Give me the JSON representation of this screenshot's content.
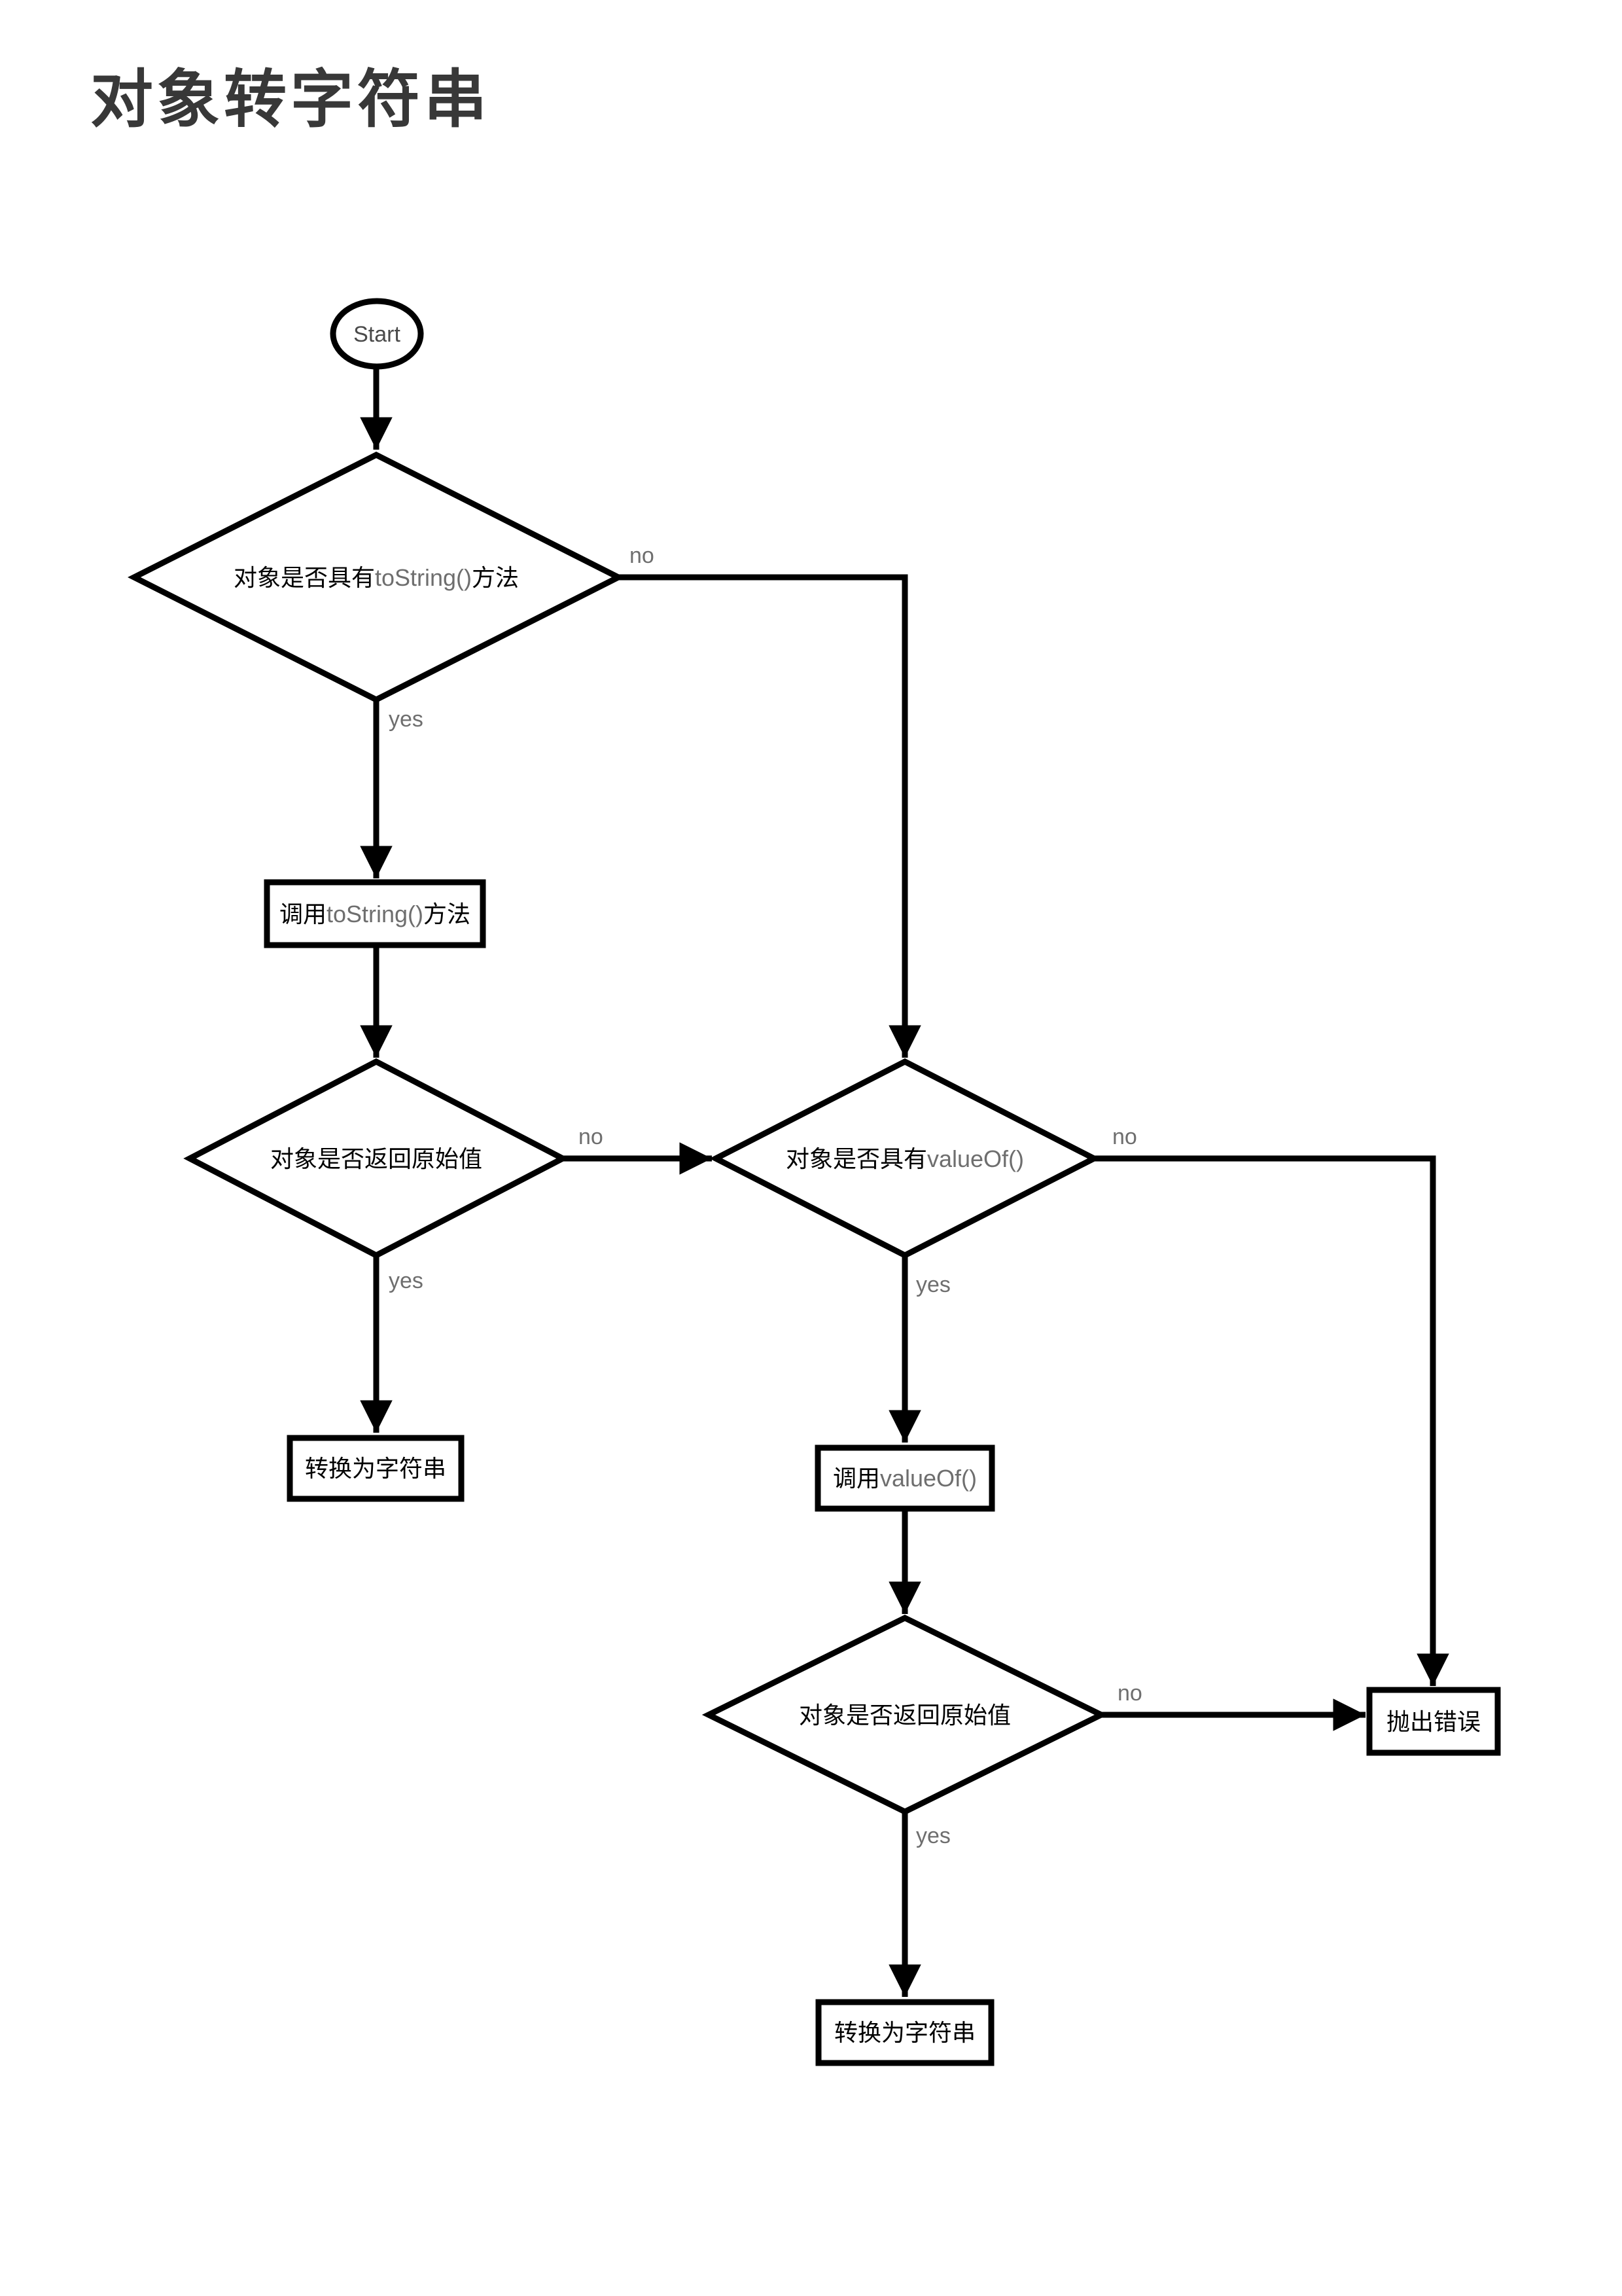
{
  "page": {
    "title": "对象转字符串"
  },
  "colors": {
    "line": "#000000",
    "shape_fill": "#ffffff",
    "chinese_text": "#000000",
    "code_text": "#6e6e6e",
    "branch_label": "#6e6e6e",
    "title_text": "#383838"
  },
  "flowchart": {
    "start": {
      "label": "Start"
    },
    "nodes": {
      "has_tostring": {
        "type": "decision",
        "prefix": "对象是否具有",
        "code": "toString()",
        "suffix": "方法"
      },
      "call_tostring": {
        "type": "process",
        "prefix": "调用",
        "code": "toString()",
        "suffix": "方法"
      },
      "tostring_returns_primitive": {
        "type": "decision",
        "text": "对象是否返回原始值"
      },
      "convert_to_string_left": {
        "type": "process",
        "text": "转换为字符串"
      },
      "has_valueof": {
        "type": "decision",
        "prefix": "对象是否具有",
        "code": "valueOf()"
      },
      "call_valueof": {
        "type": "process",
        "prefix": "调用",
        "code": "valueOf()"
      },
      "valueof_returns_primitive": {
        "type": "decision",
        "text": "对象是否返回原始值"
      },
      "throw_error": {
        "type": "process",
        "text": "抛出错误"
      },
      "convert_to_string_bottom": {
        "type": "process",
        "text": "转换为字符串"
      }
    },
    "branch_labels": {
      "has_tostring_no": "no",
      "has_tostring_yes": "yes",
      "tostring_primitive_no": "no",
      "tostring_primitive_yes": "yes",
      "has_valueof_no": "no",
      "has_valueof_yes": "yes",
      "valueof_primitive_no": "no",
      "valueof_primitive_yes": "yes"
    }
  }
}
